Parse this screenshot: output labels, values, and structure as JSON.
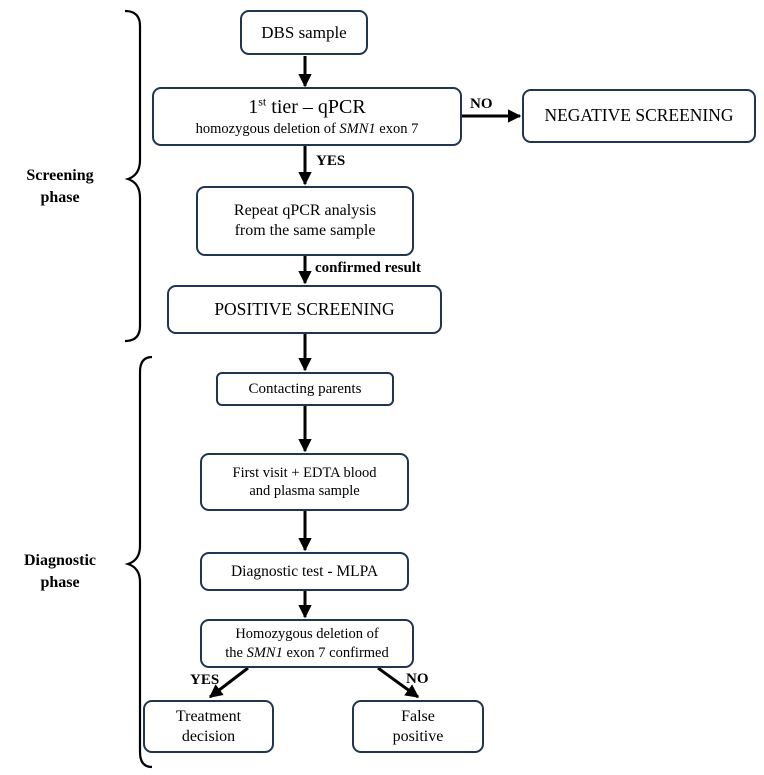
{
  "phases": {
    "screening": [
      "Screening",
      "phase"
    ],
    "diagnostic": [
      "Diagnostic",
      "phase"
    ]
  },
  "boxes": {
    "dbs_sample": "DBS sample",
    "first_tier": {
      "title_base": "1",
      "title_sup": "st",
      "title_rest": " tier – qPCR",
      "sub_pre": "homozygous deletion of ",
      "sub_gene": "SMN1",
      "sub_post": " exon 7"
    },
    "negative": "NEGATIVE SCREENING",
    "repeat": [
      "Repeat qPCR analysis",
      "from the same sample"
    ],
    "positive": "POSITIVE SCREENING",
    "contacting": "Contacting parents",
    "first_visit": [
      "First visit + EDTA blood",
      "and plasma sample"
    ],
    "diagnostic_test": "Diagnostic test - MLPA",
    "homozygous": {
      "line1": "Homozygous deletion of",
      "line2_pre": "the ",
      "line2_gene": "SMN1",
      "line2_post": " exon 7 confirmed"
    },
    "treatment": [
      "Treatment",
      "decision"
    ],
    "false_positive": [
      "False",
      "positive"
    ]
  },
  "edge_labels": {
    "no_top": "NO",
    "yes_top": "YES",
    "confirmed": "confirmed result",
    "yes_bottom": "YES",
    "no_bottom": "NO"
  },
  "colors": {
    "box_border": "#1f3550",
    "line": "#000000"
  }
}
